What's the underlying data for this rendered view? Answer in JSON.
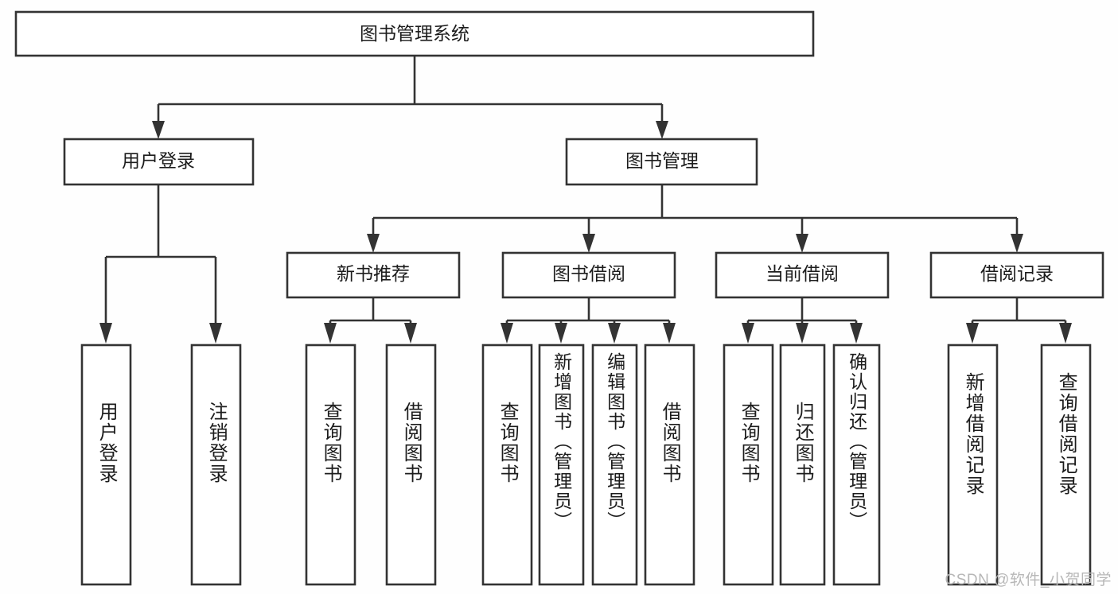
{
  "diagram": {
    "title": "图书管理系统",
    "type": "tree",
    "orientation": "top-down",
    "colors": {
      "background": "#fefefe",
      "box_fill": "#ffffff",
      "stroke": "#333333",
      "text": "#1c1c1c",
      "watermark": "#b7b7b7"
    },
    "root": {
      "label": "图书管理系统"
    },
    "level2": [
      {
        "label": "用户登录"
      },
      {
        "label": "图书管理"
      }
    ],
    "level3": [
      {
        "label": "新书推荐"
      },
      {
        "label": "图书借阅"
      },
      {
        "label": "当前借阅"
      },
      {
        "label": "借阅记录"
      }
    ],
    "leaves": {
      "user_login": [
        {
          "label": "用户登录"
        },
        {
          "label": "注销登录"
        }
      ],
      "new_book_recommend": [
        {
          "label": "查询图书"
        },
        {
          "label": "借阅图书"
        }
      ],
      "book_borrow": [
        {
          "label": "查询图书"
        },
        {
          "label": "新增图书（管理员）"
        },
        {
          "label": "编辑图书（管理员）"
        },
        {
          "label": "借阅图书"
        }
      ],
      "current_borrow": [
        {
          "label": "查询图书"
        },
        {
          "label": "归还图书"
        },
        {
          "label": "确认归还（管理员）"
        }
      ],
      "borrow_record": [
        {
          "label": "新增借阅记录"
        },
        {
          "label": "查询借阅记录"
        }
      ]
    }
  },
  "watermark": {
    "text": "CSDN @软件_小贺同学"
  }
}
